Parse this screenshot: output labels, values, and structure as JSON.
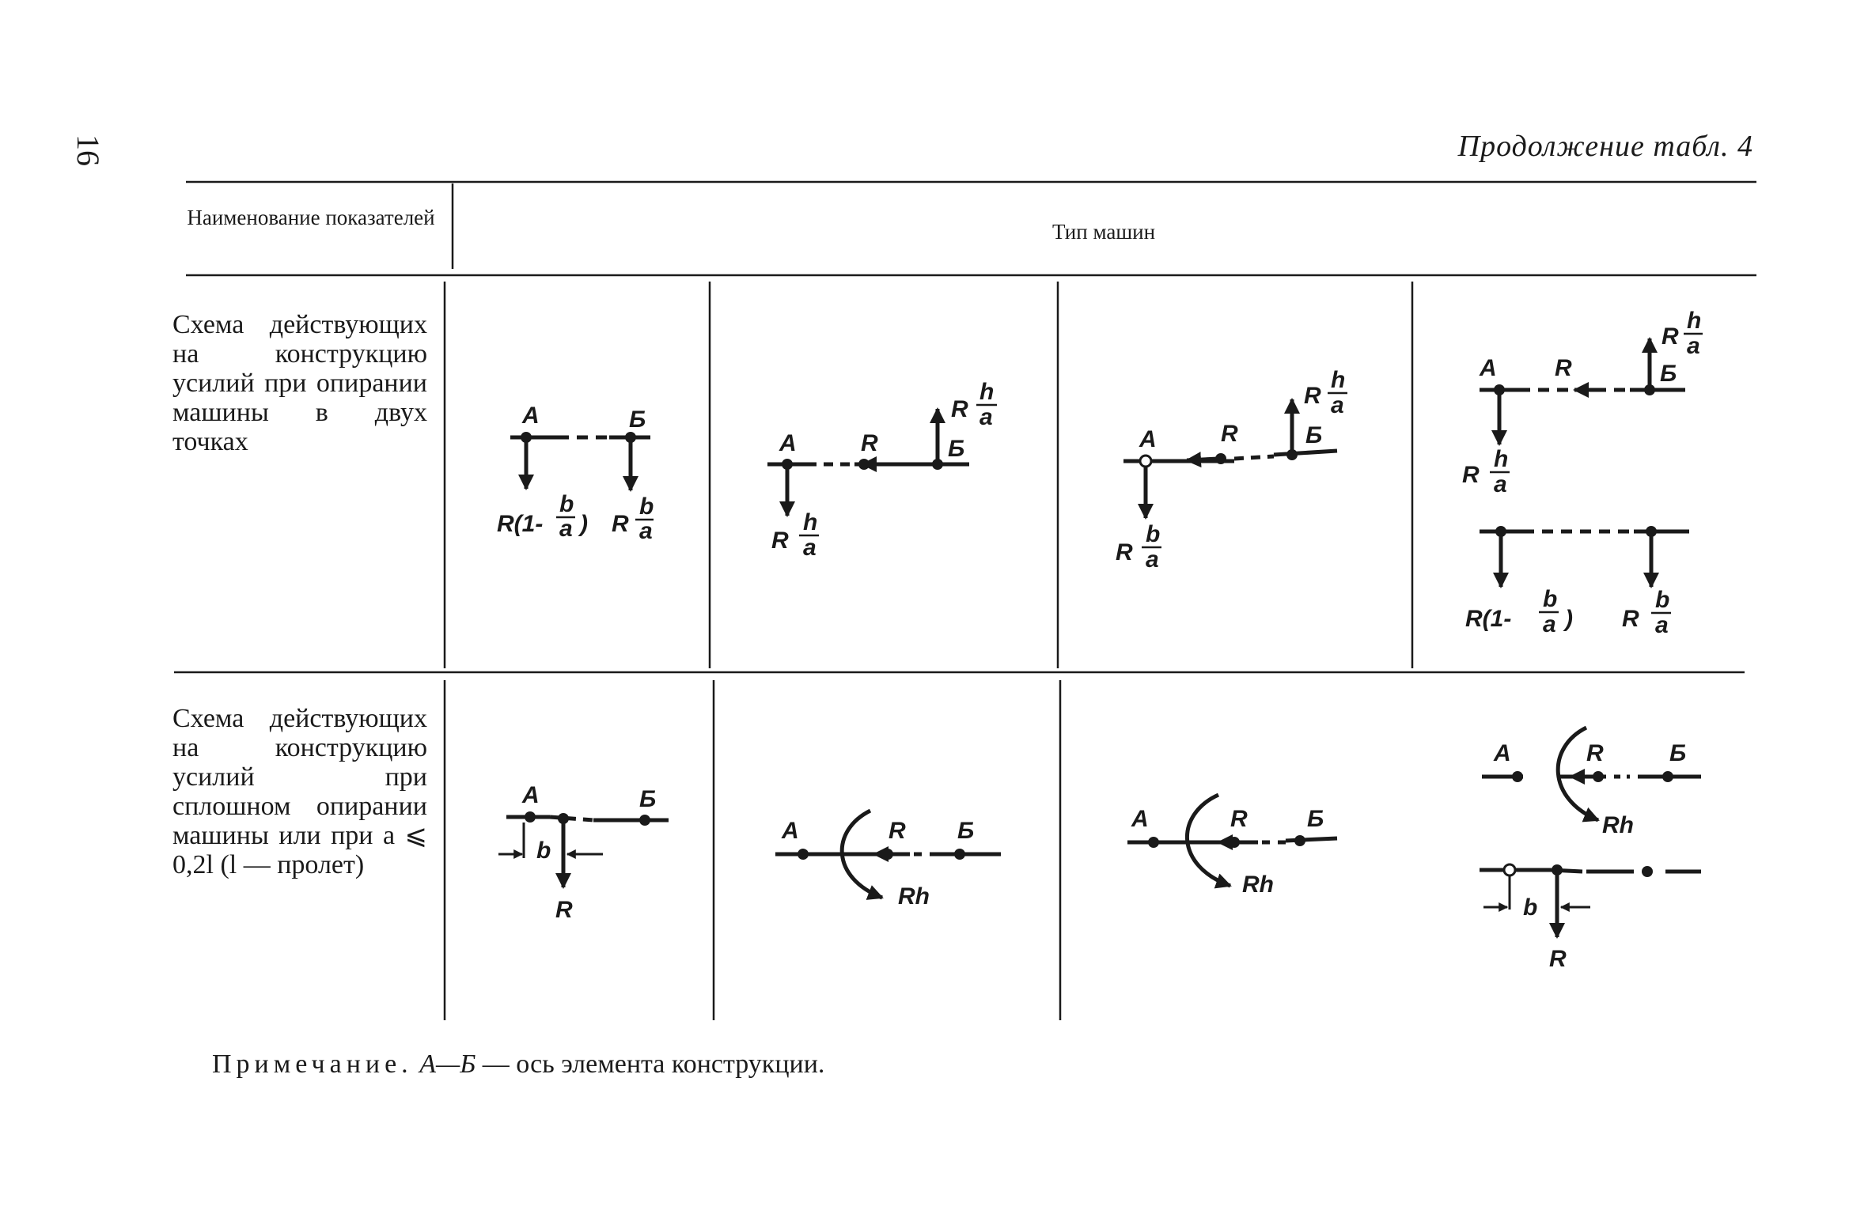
{
  "page": {
    "page_number": "16",
    "continuation": "Продолжение табл. 4"
  },
  "table": {
    "header_left": "Наименование показателей",
    "header_right": "Тип машин",
    "rows": [
      {
        "label": "Схема действующих на конструкцию усилий при опирании машины в двух точках"
      },
      {
        "label": "Схема действующих на конструкцию усилий при сплошном опирании машины или при a ⩽ 0,2l (l — пролет)"
      }
    ]
  },
  "symbols": {
    "A": "А",
    "B": "Б",
    "R": "R",
    "Rh": "Rh",
    "h": "h",
    "a": "a",
    "b": "b",
    "R_open": "R(1-",
    "close": ")"
  },
  "note": {
    "label": "Примечание.",
    "text_italic": "А—Б",
    "text": " — ось элемента конструкции."
  }
}
